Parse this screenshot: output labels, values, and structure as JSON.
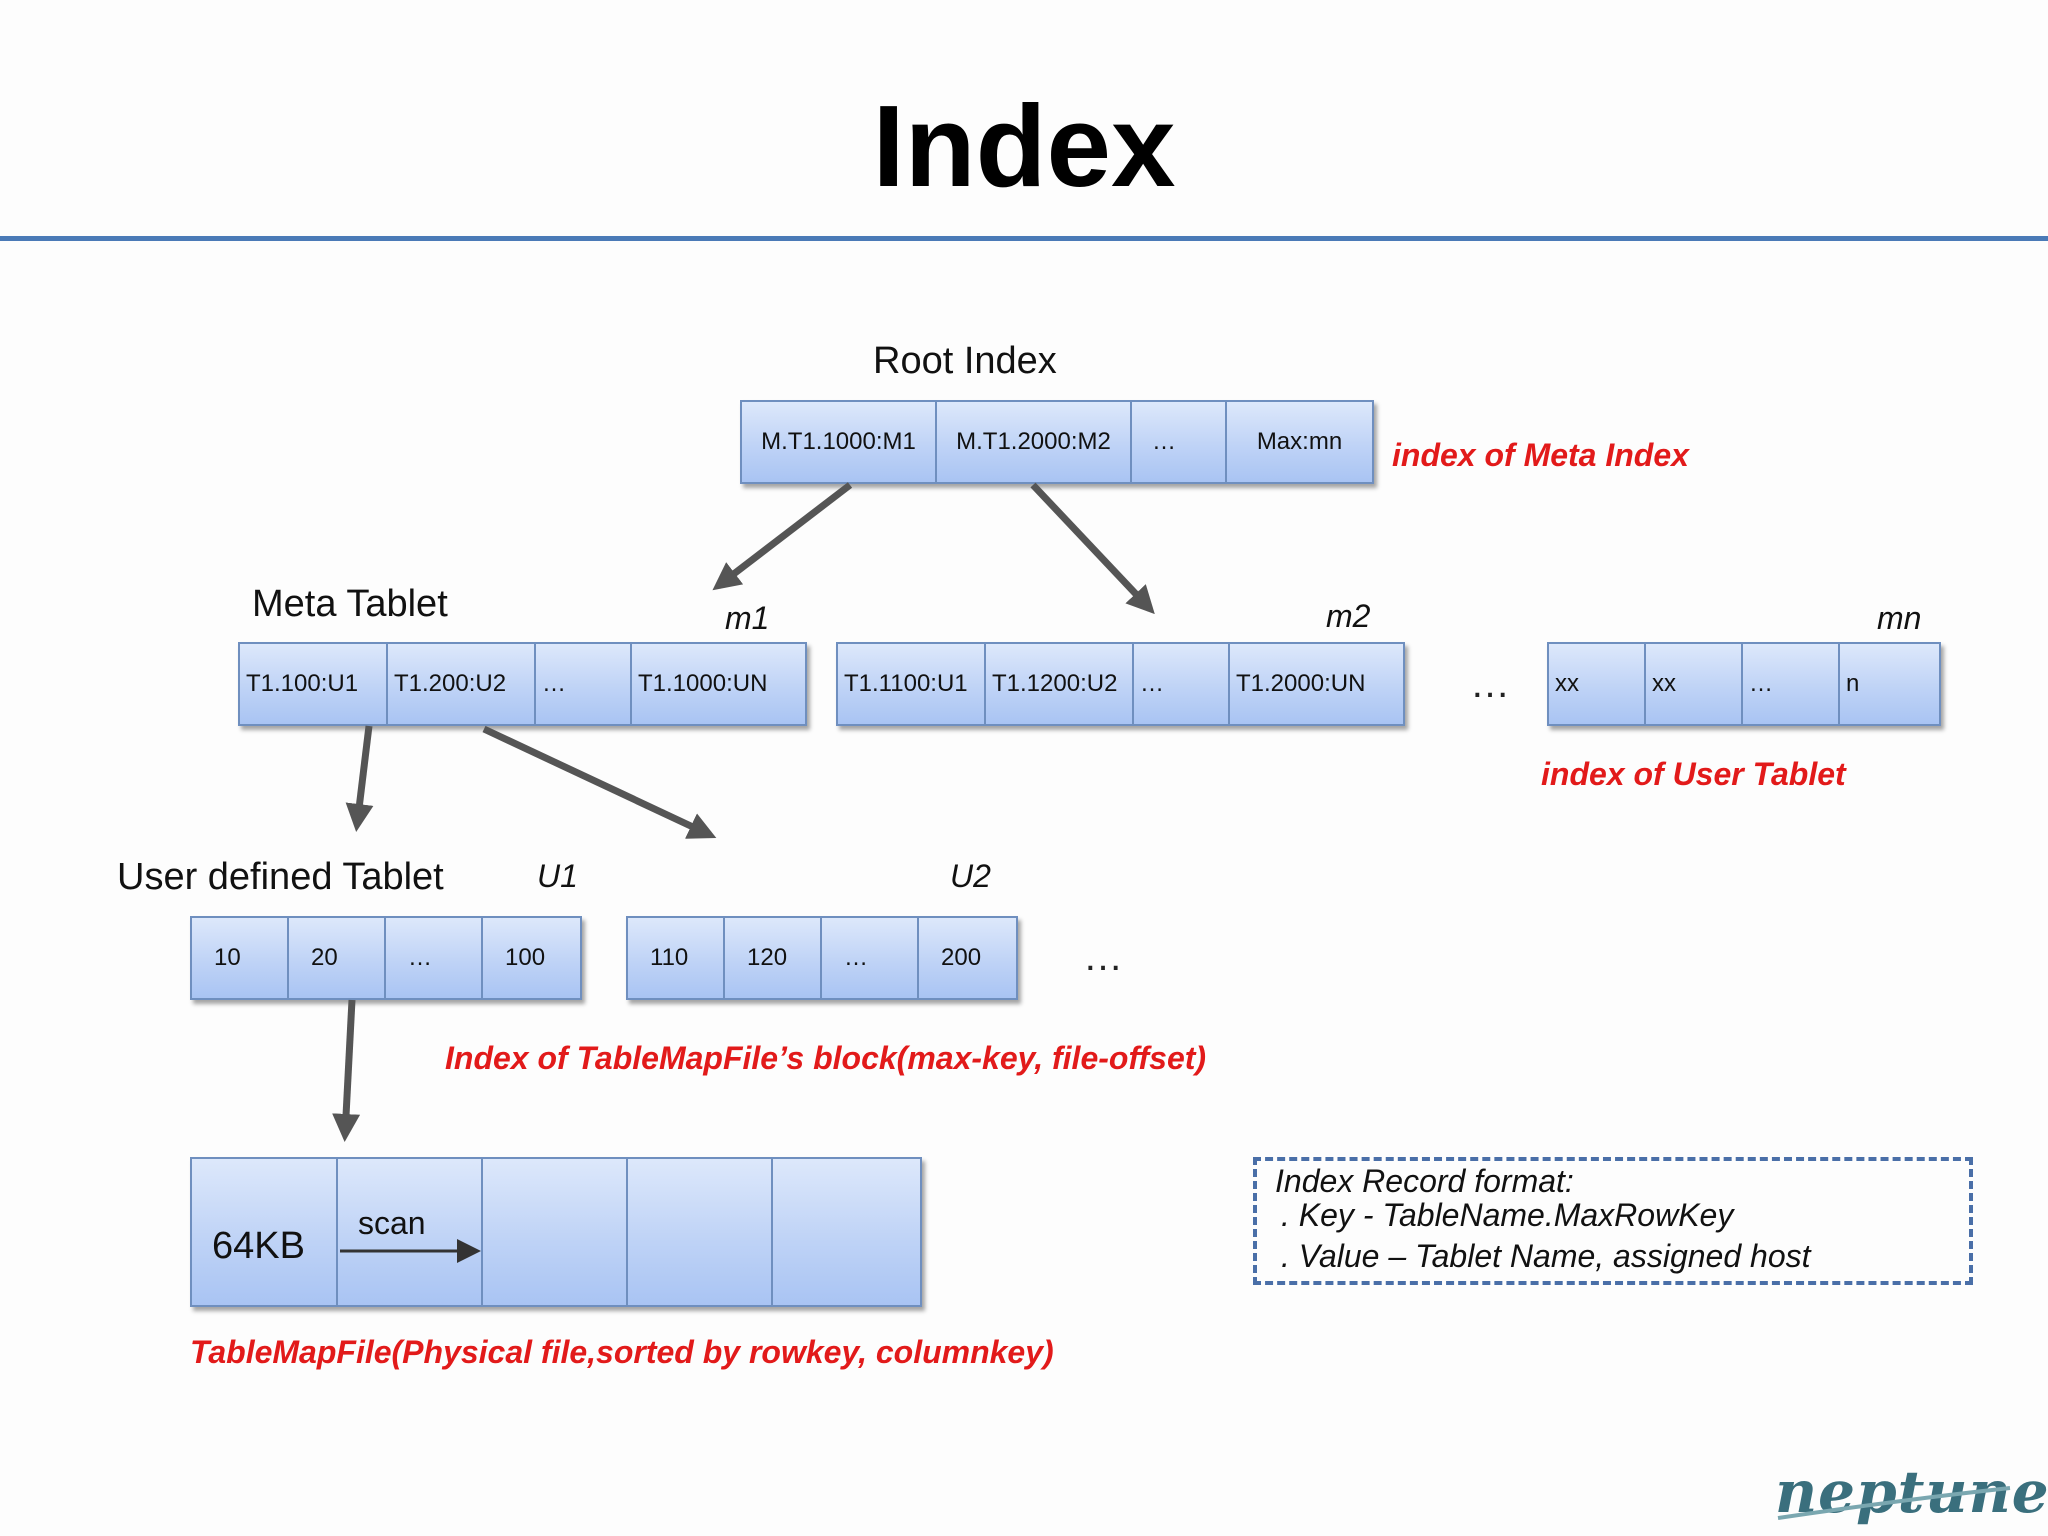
{
  "title": "Index",
  "root": {
    "label": "Root Index",
    "cells": [
      "M.T1.1000:M1",
      "M.T1.2000:M2",
      "…",
      "Max:mn"
    ],
    "note": "index of Meta Index"
  },
  "meta": {
    "label": "Meta Tablet",
    "tablets": [
      {
        "name": "m1",
        "cells": [
          "T1.100:U1",
          "T1.200:U2",
          "…",
          "T1.1000:UN"
        ]
      },
      {
        "name": "m2",
        "cells": [
          "T1.1100:U1",
          "T1.1200:U2",
          "…",
          "T1.2000:UN"
        ]
      },
      {
        "name": "mn",
        "cells": [
          "xx",
          "xx",
          "…",
          "n"
        ]
      }
    ],
    "ellipsis": "…",
    "note": "index of User Tablet"
  },
  "user": {
    "label": "User defined Tablet",
    "tablets": [
      {
        "name": "U1",
        "cells": [
          "10",
          "20",
          "…",
          "100"
        ]
      },
      {
        "name": "U2",
        "cells": [
          "110",
          "120",
          "…",
          "200"
        ]
      }
    ],
    "ellipsis": "…",
    "note": "Index of TableMapFile’s block(max-key, file-offset)"
  },
  "mapfile": {
    "block_size": "64KB",
    "scan_label": "scan",
    "note": "TableMapFile(Physical file,sorted by rowkey, columnkey)"
  },
  "legend": {
    "heading": "Index Record format:",
    "key_line": ". Key - TableName.MaxRowKey",
    "value_line": ". Value – Tablet Name, assigned host"
  },
  "logo": "neptune"
}
